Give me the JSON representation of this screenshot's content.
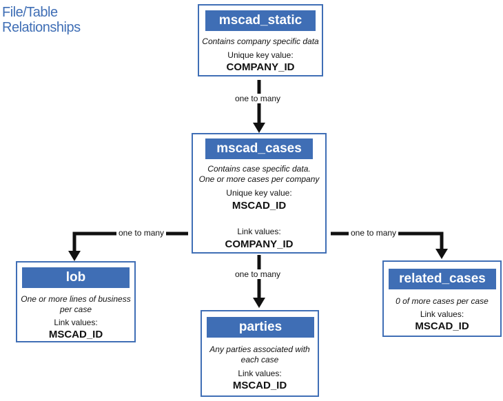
{
  "page": {
    "title_line1": "File/Table",
    "title_line2": "Relationships"
  },
  "tables": {
    "mscad_static": {
      "name": "mscad_static",
      "description": "Contains company specific data",
      "key_label": "Unique key value:",
      "key_value": "COMPANY_ID"
    },
    "mscad_cases": {
      "name": "mscad_cases",
      "description_line1": "Contains case specific data.",
      "description_line2": "One or more cases per company",
      "key_label": "Unique key value:",
      "key_value": "MSCAD_ID",
      "link_label": "Link values:",
      "link_value": "COMPANY_ID"
    },
    "lob": {
      "name": "lob",
      "description_line1": "One or more lines of business",
      "description_line2": "per case",
      "link_label": "Link values:",
      "link_value": "MSCAD_ID"
    },
    "parties": {
      "name": "parties",
      "description_line1": "Any parties associated with",
      "description_line2": "each case",
      "link_label": "Link values:",
      "link_value": "MSCAD_ID"
    },
    "related_cases": {
      "name": "related_cases",
      "description": "0 of more cases per case",
      "link_label": "Link values:",
      "link_value": "MSCAD_ID"
    }
  },
  "relationships": {
    "static_to_cases": "one to many",
    "cases_to_lob": "one to many",
    "cases_to_parties": "one to many",
    "cases_to_related": "one to many"
  },
  "colors": {
    "accent": "#3f6eb5",
    "connector": "#111111"
  }
}
